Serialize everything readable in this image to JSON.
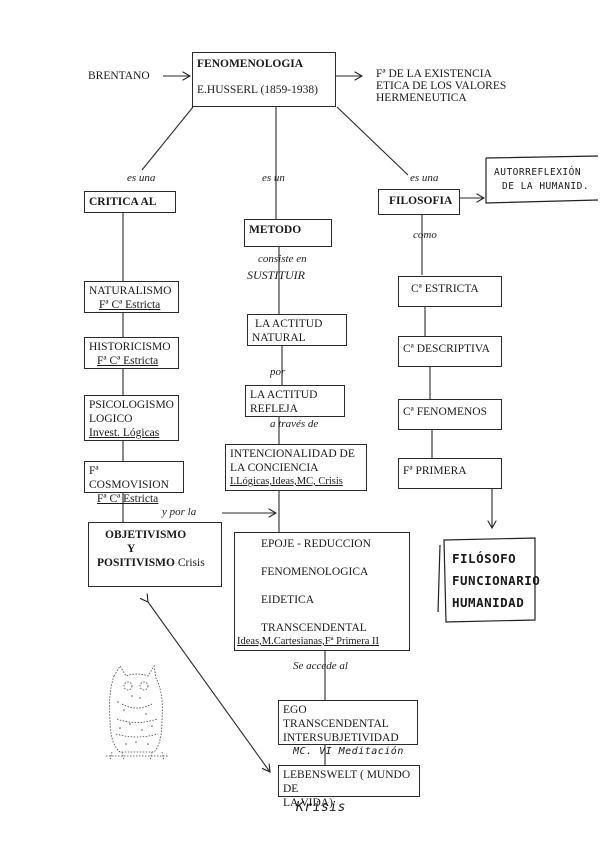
{
  "root": {
    "title": "FENOMENOLOGIA",
    "subtitle": "E.HUSSERL (1859-1938)"
  },
  "influence": {
    "label": "BRENTANO"
  },
  "right_note": {
    "lines": [
      "Fª DE LA EXISTENCIA",
      "ETICA DE LOS VALORES",
      "HERMENEUTICA"
    ]
  },
  "branches": {
    "left": {
      "link_label": "es una",
      "title": "CRITICA AL",
      "items": [
        {
          "name": "NATURALISMO",
          "ref": "Fª Cª Estricta"
        },
        {
          "name": "HISTORICISMO",
          "ref": "Fª Cª Estricta"
        },
        {
          "name": "PSICOLOGISMO LOGICO",
          "ref": "Invest. Lógicas"
        },
        {
          "name": "Fª COSMOVISION",
          "ref": "Fª Cª Estricta"
        }
      ],
      "final": {
        "line1": "OBJETIVISMO",
        "line2": "Y",
        "line3": "POSITIVISMO",
        "ref": "Crisis"
      }
    },
    "center": {
      "link_label": "es un",
      "title": "METODO",
      "link2_line1": "consiste en",
      "link2_line2": "SUSTITUIR",
      "box1": {
        "line1": "LA ACTITUD",
        "line2": "NATURAL"
      },
      "link3": "por",
      "box2": {
        "line1": "LA ACTITUD",
        "line2": "REFLEJA"
      },
      "link4": "a través de",
      "box3": {
        "line1": "INTENCIONALIDAD DE",
        "line2": "LA CONCIENCIA",
        "ref": "I.Lógicas,Ideas,MC, Crisis"
      },
      "link5": "y por la",
      "epoje": {
        "lines": [
          "EPOJE - REDUCCION",
          "FENOMENOLOGICA",
          "EIDETICA",
          "TRANSCENDENTAL"
        ],
        "ref": "Ideas,M.Cartesianas,Fª Primera II"
      },
      "link6": "Se accede al",
      "ego": {
        "line1": "EGO TRANSCENDENTAL",
        "line2": "INTERSUBJETIVIDAD",
        "handnote": "MC. VI Meditación"
      },
      "lebenswelt": {
        "line1": "LEBENSWELT ( MUNDO DE",
        "line2": "LA VIDA)",
        "handnote": "Krisis"
      }
    },
    "right": {
      "link_label": "es una",
      "title": "FILOSOFIA",
      "side_note": {
        "line1": "AUTORREFLEXIÓN",
        "line2": "DE LA HUMANID."
      },
      "link2": "como",
      "items": [
        "Cª ESTRICTA",
        "Cª DESCRIPTIVA",
        "Cª FENOMENOS",
        "Fª PRIMERA"
      ],
      "final_note": {
        "lines": [
          "FILÓSOFO",
          "FUNCIONARIO",
          "HUMANIDAD"
        ]
      }
    }
  },
  "decoration": {
    "icon": "owl-illustration"
  }
}
